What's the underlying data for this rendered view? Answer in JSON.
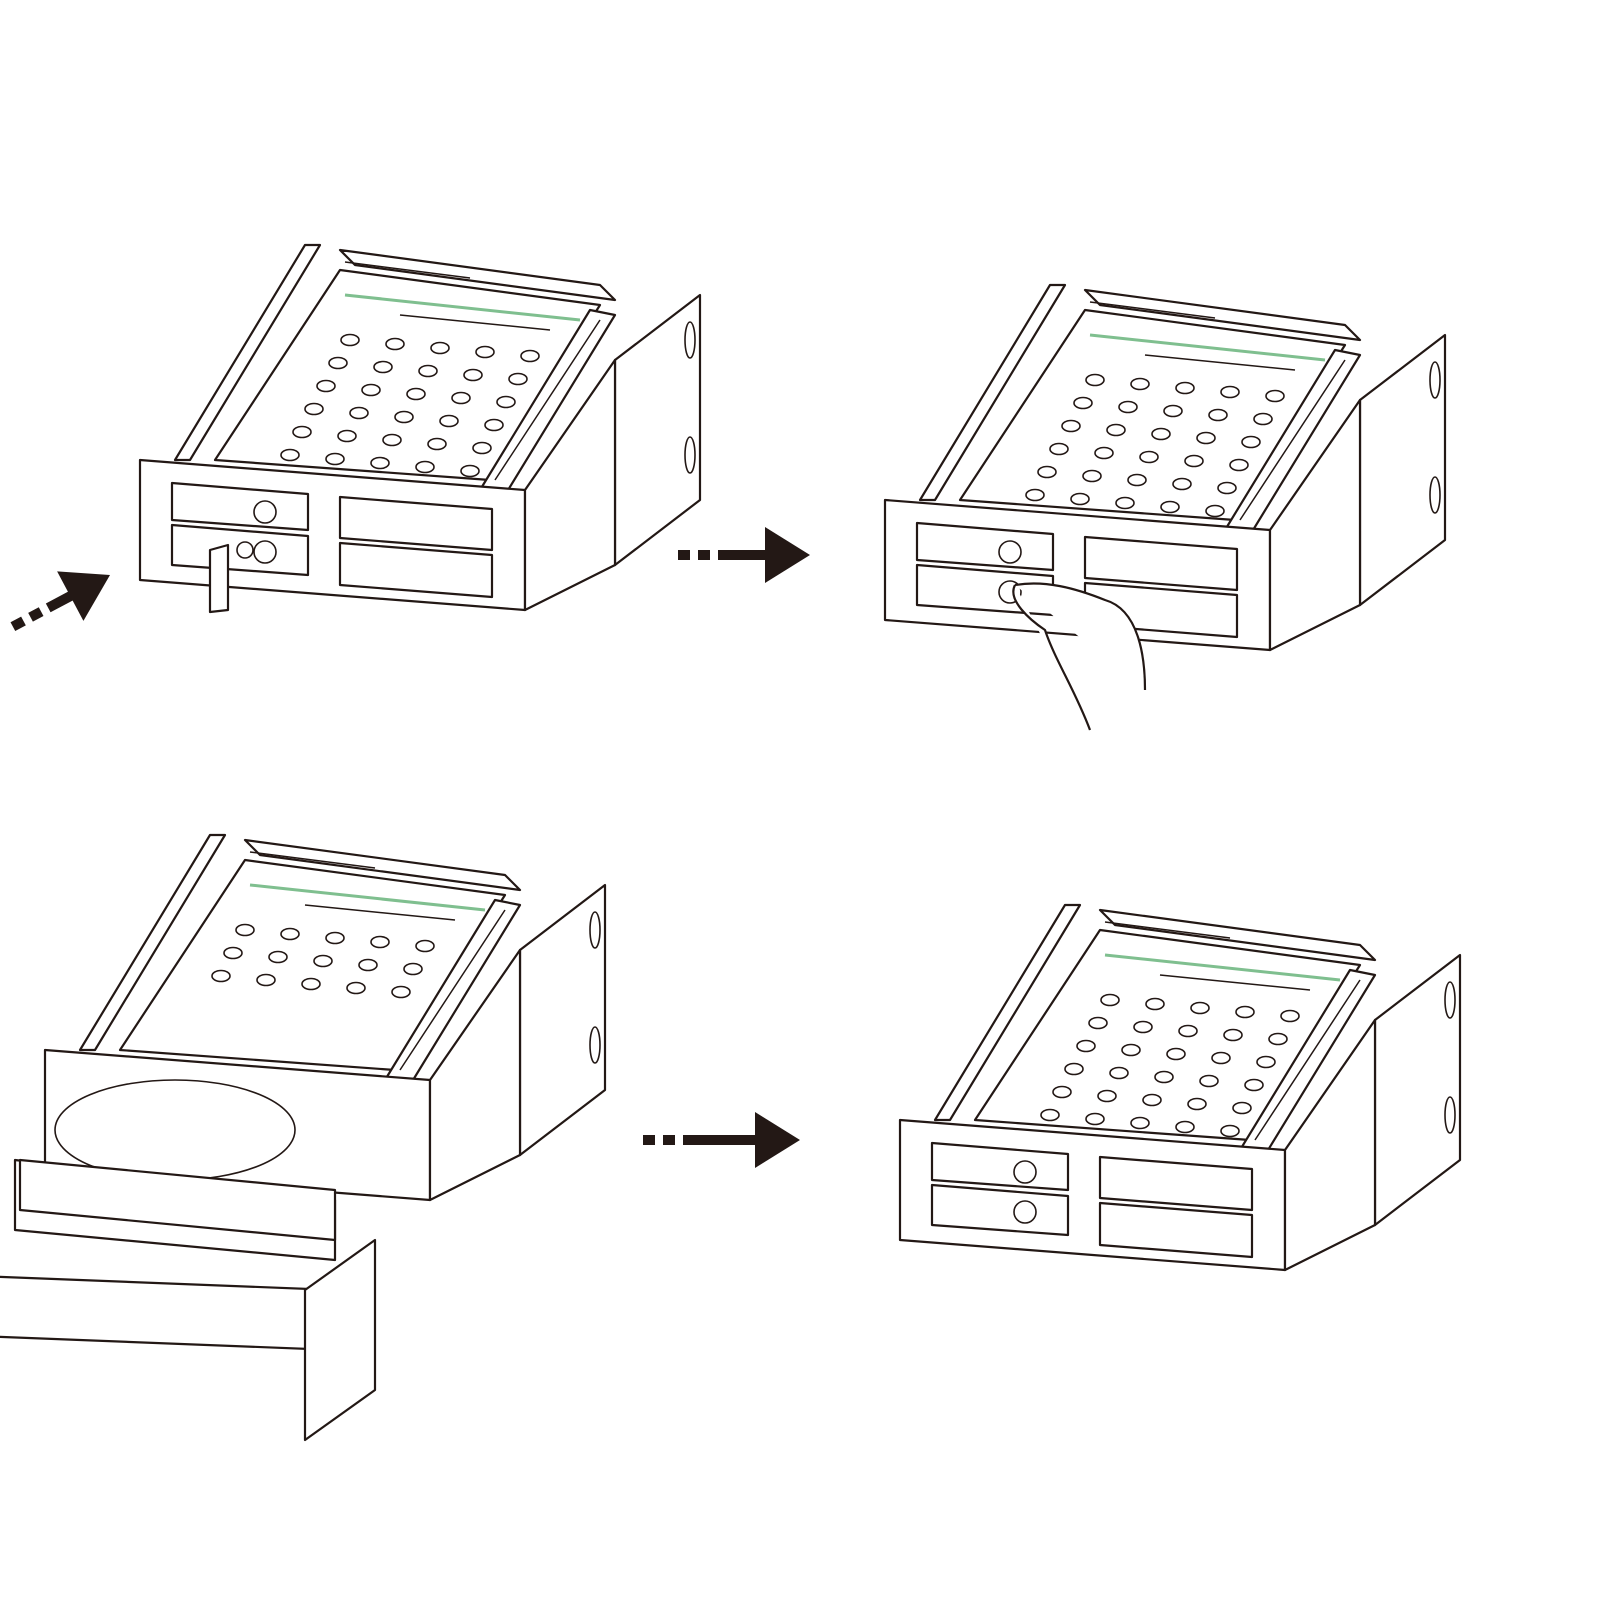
{
  "diagram": {
    "steps": [
      {
        "icon": "key-icon",
        "action": "unlock"
      },
      {
        "icon": "hand-press-icon",
        "action": "press-release"
      },
      {
        "icon": "drive-tray-icon",
        "action": "insert-drive"
      },
      {
        "icon": "enclosure-icon",
        "action": "closed"
      }
    ],
    "arrow_icon": "dashed-arrow-right-icon",
    "colors": {
      "line": "#231815",
      "background": "#ffffff",
      "pcb": "#7fbf8f"
    }
  }
}
